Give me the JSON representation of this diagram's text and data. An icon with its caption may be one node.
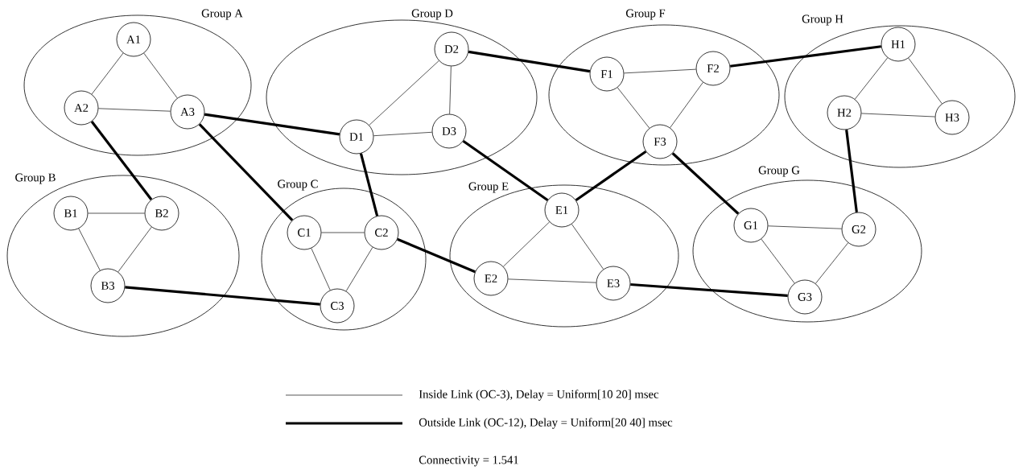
{
  "diagram": {
    "nodes": [
      {
        "text": [
          "Group A"
        ]
      },
      {
        "text": [
          "A1"
        ],
        "in": 0
      },
      {
        "text": [
          "A2"
        ],
        "in": 0
      },
      {
        "text": [
          "A3"
        ],
        "in": 0
      },
      {
        "text": [
          "Group D"
        ]
      },
      {
        "text": [
          "D1"
        ],
        "in": 4
      },
      {
        "text": [
          "D2"
        ],
        "in": 4
      },
      {
        "text": [
          "D3"
        ],
        "in": 4
      },
      {
        "text": [
          "Group F"
        ]
      },
      {
        "text": [
          "F1"
        ],
        "in": 8
      },
      {
        "text": [
          "F2"
        ],
        "in": 8
      },
      {
        "text": [
          "F3"
        ],
        "in": 8
      },
      {
        "text": [
          "Group H"
        ]
      },
      {
        "text": [
          "H1"
        ],
        "in": 12
      },
      {
        "text": [
          "H2"
        ],
        "in": 12
      },
      {
        "text": [
          "H3"
        ],
        "in": 12
      },
      {
        "text": [
          "Group B"
        ]
      },
      {
        "text": [
          "B1"
        ],
        "in": 16
      },
      {
        "text": [
          "B2"
        ],
        "in": 16
      },
      {
        "text": [
          "B3"
        ],
        "in": 16
      },
      {
        "text": [
          "Group C"
        ]
      },
      {
        "text": [
          "C1"
        ],
        "in": 20
      },
      {
        "text": [
          "C2"
        ],
        "in": 20
      },
      {
        "text": [
          "C3"
        ],
        "in": 20
      },
      {
        "text": [
          "Group E"
        ]
      },
      {
        "text": [
          "E1"
        ],
        "in": 24
      },
      {
        "text": [
          "E2"
        ],
        "in": 24
      },
      {
        "text": [
          "E3"
        ],
        "in": 24
      },
      {
        "text": [
          "Group G"
        ]
      },
      {
        "text": [
          "G1"
        ],
        "in": 28
      },
      {
        "text": [
          "G2"
        ],
        "in": 28
      },
      {
        "text": [
          "G3"
        ],
        "in": 28
      }
    ],
    "edges": [
      {
        "from": 1,
        "to": 2,
        "arrow": "none"
      },
      {
        "from": 1,
        "to": 3,
        "arrow": "none"
      },
      {
        "from": 2,
        "to": 3,
        "arrow": "none"
      },
      {
        "from": 6,
        "to": 5,
        "arrow": "none"
      },
      {
        "from": 6,
        "to": 7,
        "arrow": "none"
      },
      {
        "from": 5,
        "to": 7,
        "arrow": "none"
      },
      {
        "from": 9,
        "to": 10,
        "arrow": "none"
      },
      {
        "from": 9,
        "to": 11,
        "arrow": "none"
      },
      {
        "from": 10,
        "to": 11,
        "arrow": "none"
      },
      {
        "from": 13,
        "to": 14,
        "arrow": "none"
      },
      {
        "from": 13,
        "to": 15,
        "arrow": "none"
      },
      {
        "from": 14,
        "to": 15,
        "arrow": "none"
      },
      {
        "from": 17,
        "to": 18,
        "arrow": "none"
      },
      {
        "from": 17,
        "to": 19,
        "arrow": "none"
      },
      {
        "from": 18,
        "to": 19,
        "arrow": "none"
      },
      {
        "from": 21,
        "to": 22,
        "arrow": "none"
      },
      {
        "from": 21,
        "to": 23,
        "arrow": "none"
      },
      {
        "from": 22,
        "to": 23,
        "arrow": "none"
      },
      {
        "from": 25,
        "to": 26,
        "arrow": "none"
      },
      {
        "from": 25,
        "to": 27,
        "arrow": "none"
      },
      {
        "from": 26,
        "to": 27,
        "arrow": "none"
      },
      {
        "from": 29,
        "to": 30,
        "arrow": "none"
      },
      {
        "from": 29,
        "to": 31,
        "arrow": "none"
      },
      {
        "from": 30,
        "to": 31,
        "arrow": "none"
      },
      {
        "from": 2,
        "to": 18,
        "arrow": "none",
        "style": "thick"
      },
      {
        "from": 3,
        "to": 5,
        "arrow": "none",
        "style": "thick"
      },
      {
        "from": 3,
        "to": 21,
        "arrow": "none",
        "style": "thick"
      },
      {
        "from": 19,
        "to": 23,
        "arrow": "none",
        "style": "thick"
      },
      {
        "from": 5,
        "to": 22,
        "arrow": "none",
        "style": "thick"
      },
      {
        "from": 6,
        "to": 9,
        "arrow": "none",
        "style": "thick"
      },
      {
        "from": 7,
        "to": 25,
        "arrow": "none",
        "style": "thick"
      },
      {
        "from": 22,
        "to": 26,
        "arrow": "none",
        "style": "thick"
      },
      {
        "from": 10,
        "to": 13,
        "arrow": "none",
        "style": "thick"
      },
      {
        "from": 11,
        "to": 25,
        "arrow": "none",
        "style": "thick"
      },
      {
        "from": 11,
        "to": 29,
        "arrow": "none",
        "style": "thick"
      },
      {
        "from": 14,
        "to": 30,
        "arrow": "none",
        "style": "thick"
      },
      {
        "from": 27,
        "to": 31,
        "arrow": "none",
        "style": "thick"
      }
    ],
    "labels": [
      "Connectivity = 1.541"
    ],
    "legend": [
      {
        "text": "Inside Link (OC-3), Delay = Uniform[10 20] msec"
      },
      {
        "text": "Outside Link (OC-12), Delay = Uniform[20 40] msec"
      }
    ]
  }
}
